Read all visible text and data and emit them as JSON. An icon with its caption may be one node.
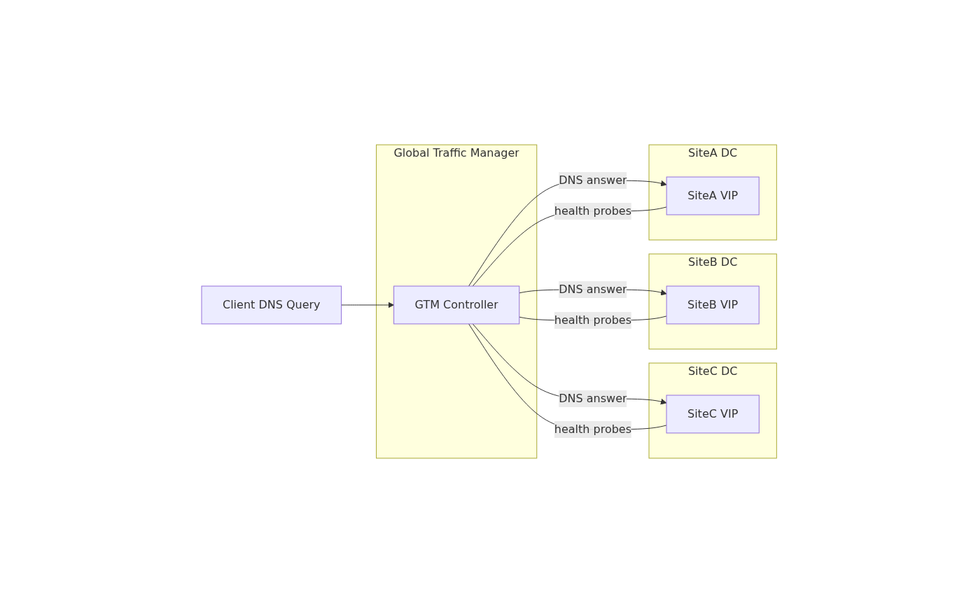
{
  "diagram": {
    "nodes": [
      {
        "text": [
          "Client DNS Query"
        ]
      },
      {
        "text": [
          "Global Traffic Manager"
        ]
      },
      {
        "text": [
          "GTM Controller"
        ],
        "in": 1
      },
      {
        "text": [
          "SiteC DC"
        ]
      },
      {
        "text": [
          "SiteC VIP"
        ],
        "in": 3
      },
      {
        "text": [
          "SiteB DC"
        ]
      },
      {
        "text": [
          "SiteB VIP"
        ],
        "in": 5
      },
      {
        "text": [
          "SiteA DC"
        ]
      },
      {
        "text": [
          "SiteA VIP"
        ],
        "in": 7
      }
    ],
    "edges": [
      {
        "from": 0,
        "to": 2,
        "arrow": "to"
      },
      {
        "from": 2,
        "to": 4,
        "arrow": "to",
        "label": "DNS answer"
      },
      {
        "from": 2,
        "to": 4,
        "arrow": "none",
        "label": "health probes"
      },
      {
        "from": 2,
        "to": 6,
        "arrow": "to",
        "label": "DNS answer"
      },
      {
        "from": 2,
        "to": 6,
        "arrow": "none",
        "label": "health probes"
      },
      {
        "from": 2,
        "to": 8,
        "arrow": "to",
        "label": "DNS answer"
      },
      {
        "from": 2,
        "to": 8,
        "arrow": "none",
        "label": "health probes"
      }
    ]
  }
}
